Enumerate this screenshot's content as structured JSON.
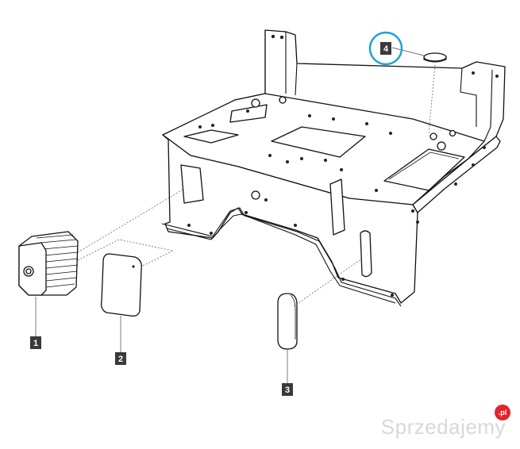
{
  "callouts": [
    {
      "label": "1"
    },
    {
      "label": "2"
    },
    {
      "label": "3"
    },
    {
      "label": "4"
    }
  ],
  "highlight_color": "#1fa3d6",
  "watermark": {
    "text": "Sprzedajemy",
    "badge": ".pl",
    "badge_color": "#e3242b"
  }
}
